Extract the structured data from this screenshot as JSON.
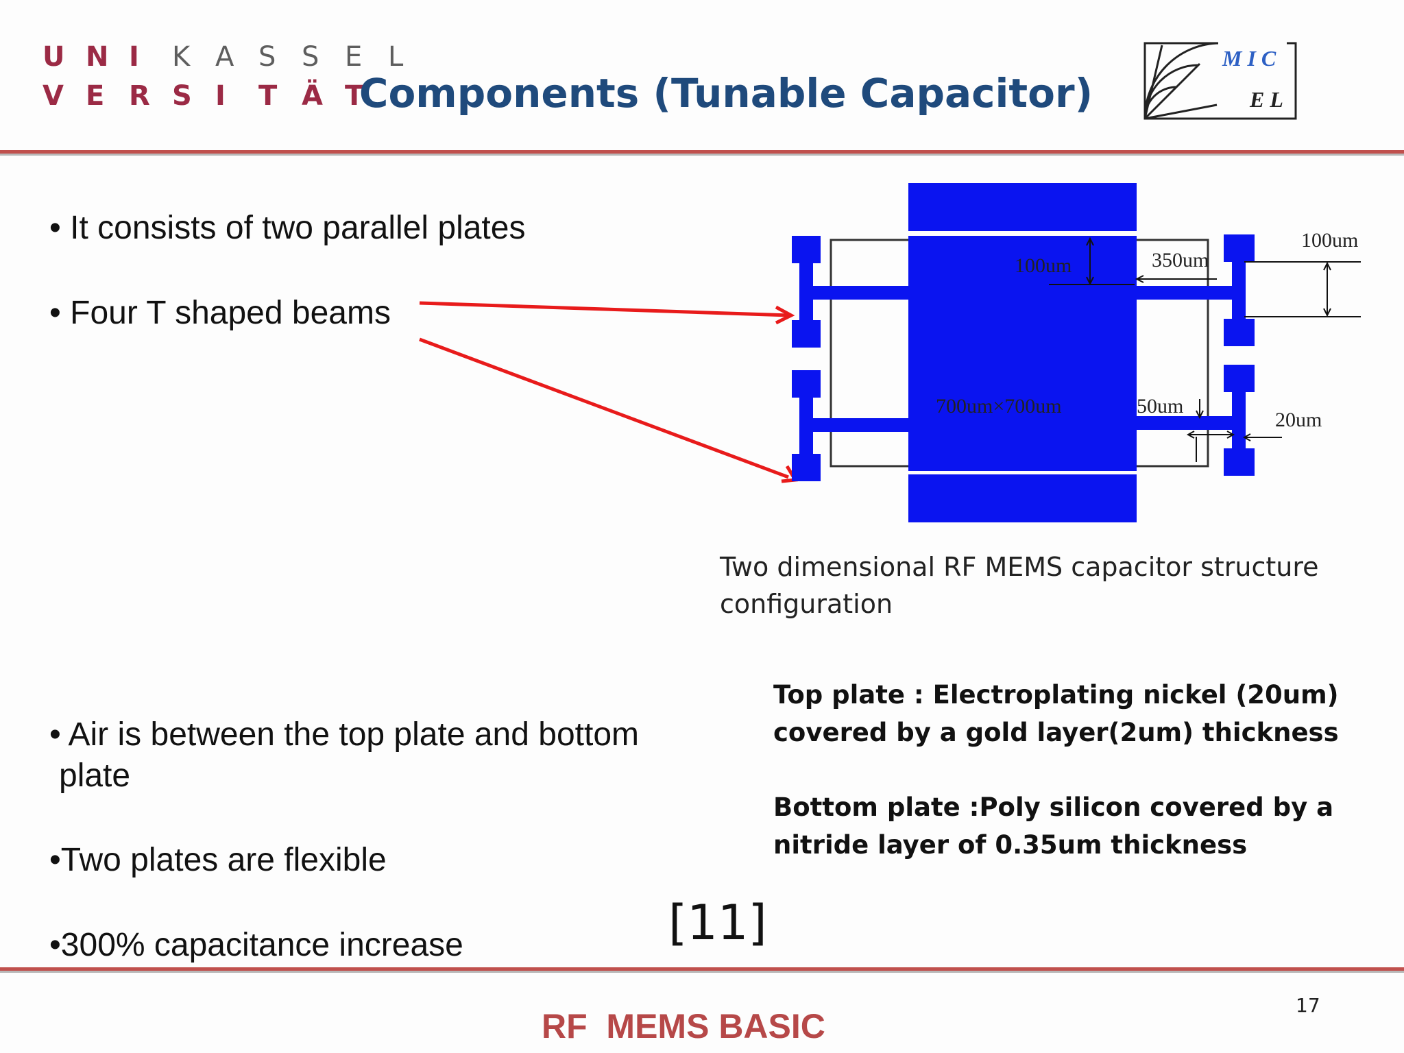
{
  "header": {
    "logo_row1": [
      "U",
      "N",
      "I",
      "K",
      "A",
      "S",
      "S",
      "E",
      "L"
    ],
    "logo_row2": [
      "V",
      "E",
      "R",
      "S",
      "I",
      "T",
      "Ä",
      "T"
    ],
    "title": "Components (Tunable Capacitor)",
    "micel_top": "M I C",
    "micel_bottom": "E L"
  },
  "bullets_top": [
    "• It consists of two parallel plates",
    "• Four T shaped beams"
  ],
  "bullets_bottom": [
    "• Air is between the top plate and bottom",
    "plate",
    "•Two plates are flexible",
    "•300% capacitance increase"
  ],
  "figure": {
    "caption_line1": "Two dimensional RF MEMS capacitor structure",
    "caption_line2": "configuration",
    "labels": {
      "dim_100_inner": "100um",
      "dim_350": "350um",
      "dim_100_outer": "100um",
      "dim_plate": "700um×700um",
      "dim_50": "50um",
      "dim_20": "20um"
    },
    "colors": {
      "plate": "#0a14f0",
      "arrow": "#e81b1b"
    }
  },
  "description": {
    "top_plate_line1": "Top plate : Electroplating nickel (20um)",
    "top_plate_line2": "covered by a gold layer(2um) thickness",
    "bottom_plate_line1": "Bottom plate :Poly silicon covered by a",
    "bottom_plate_line2": "nitride layer of 0.35um thickness"
  },
  "reference": "[11]",
  "page_number": "17",
  "footer": "RF  MEMS BASIC"
}
